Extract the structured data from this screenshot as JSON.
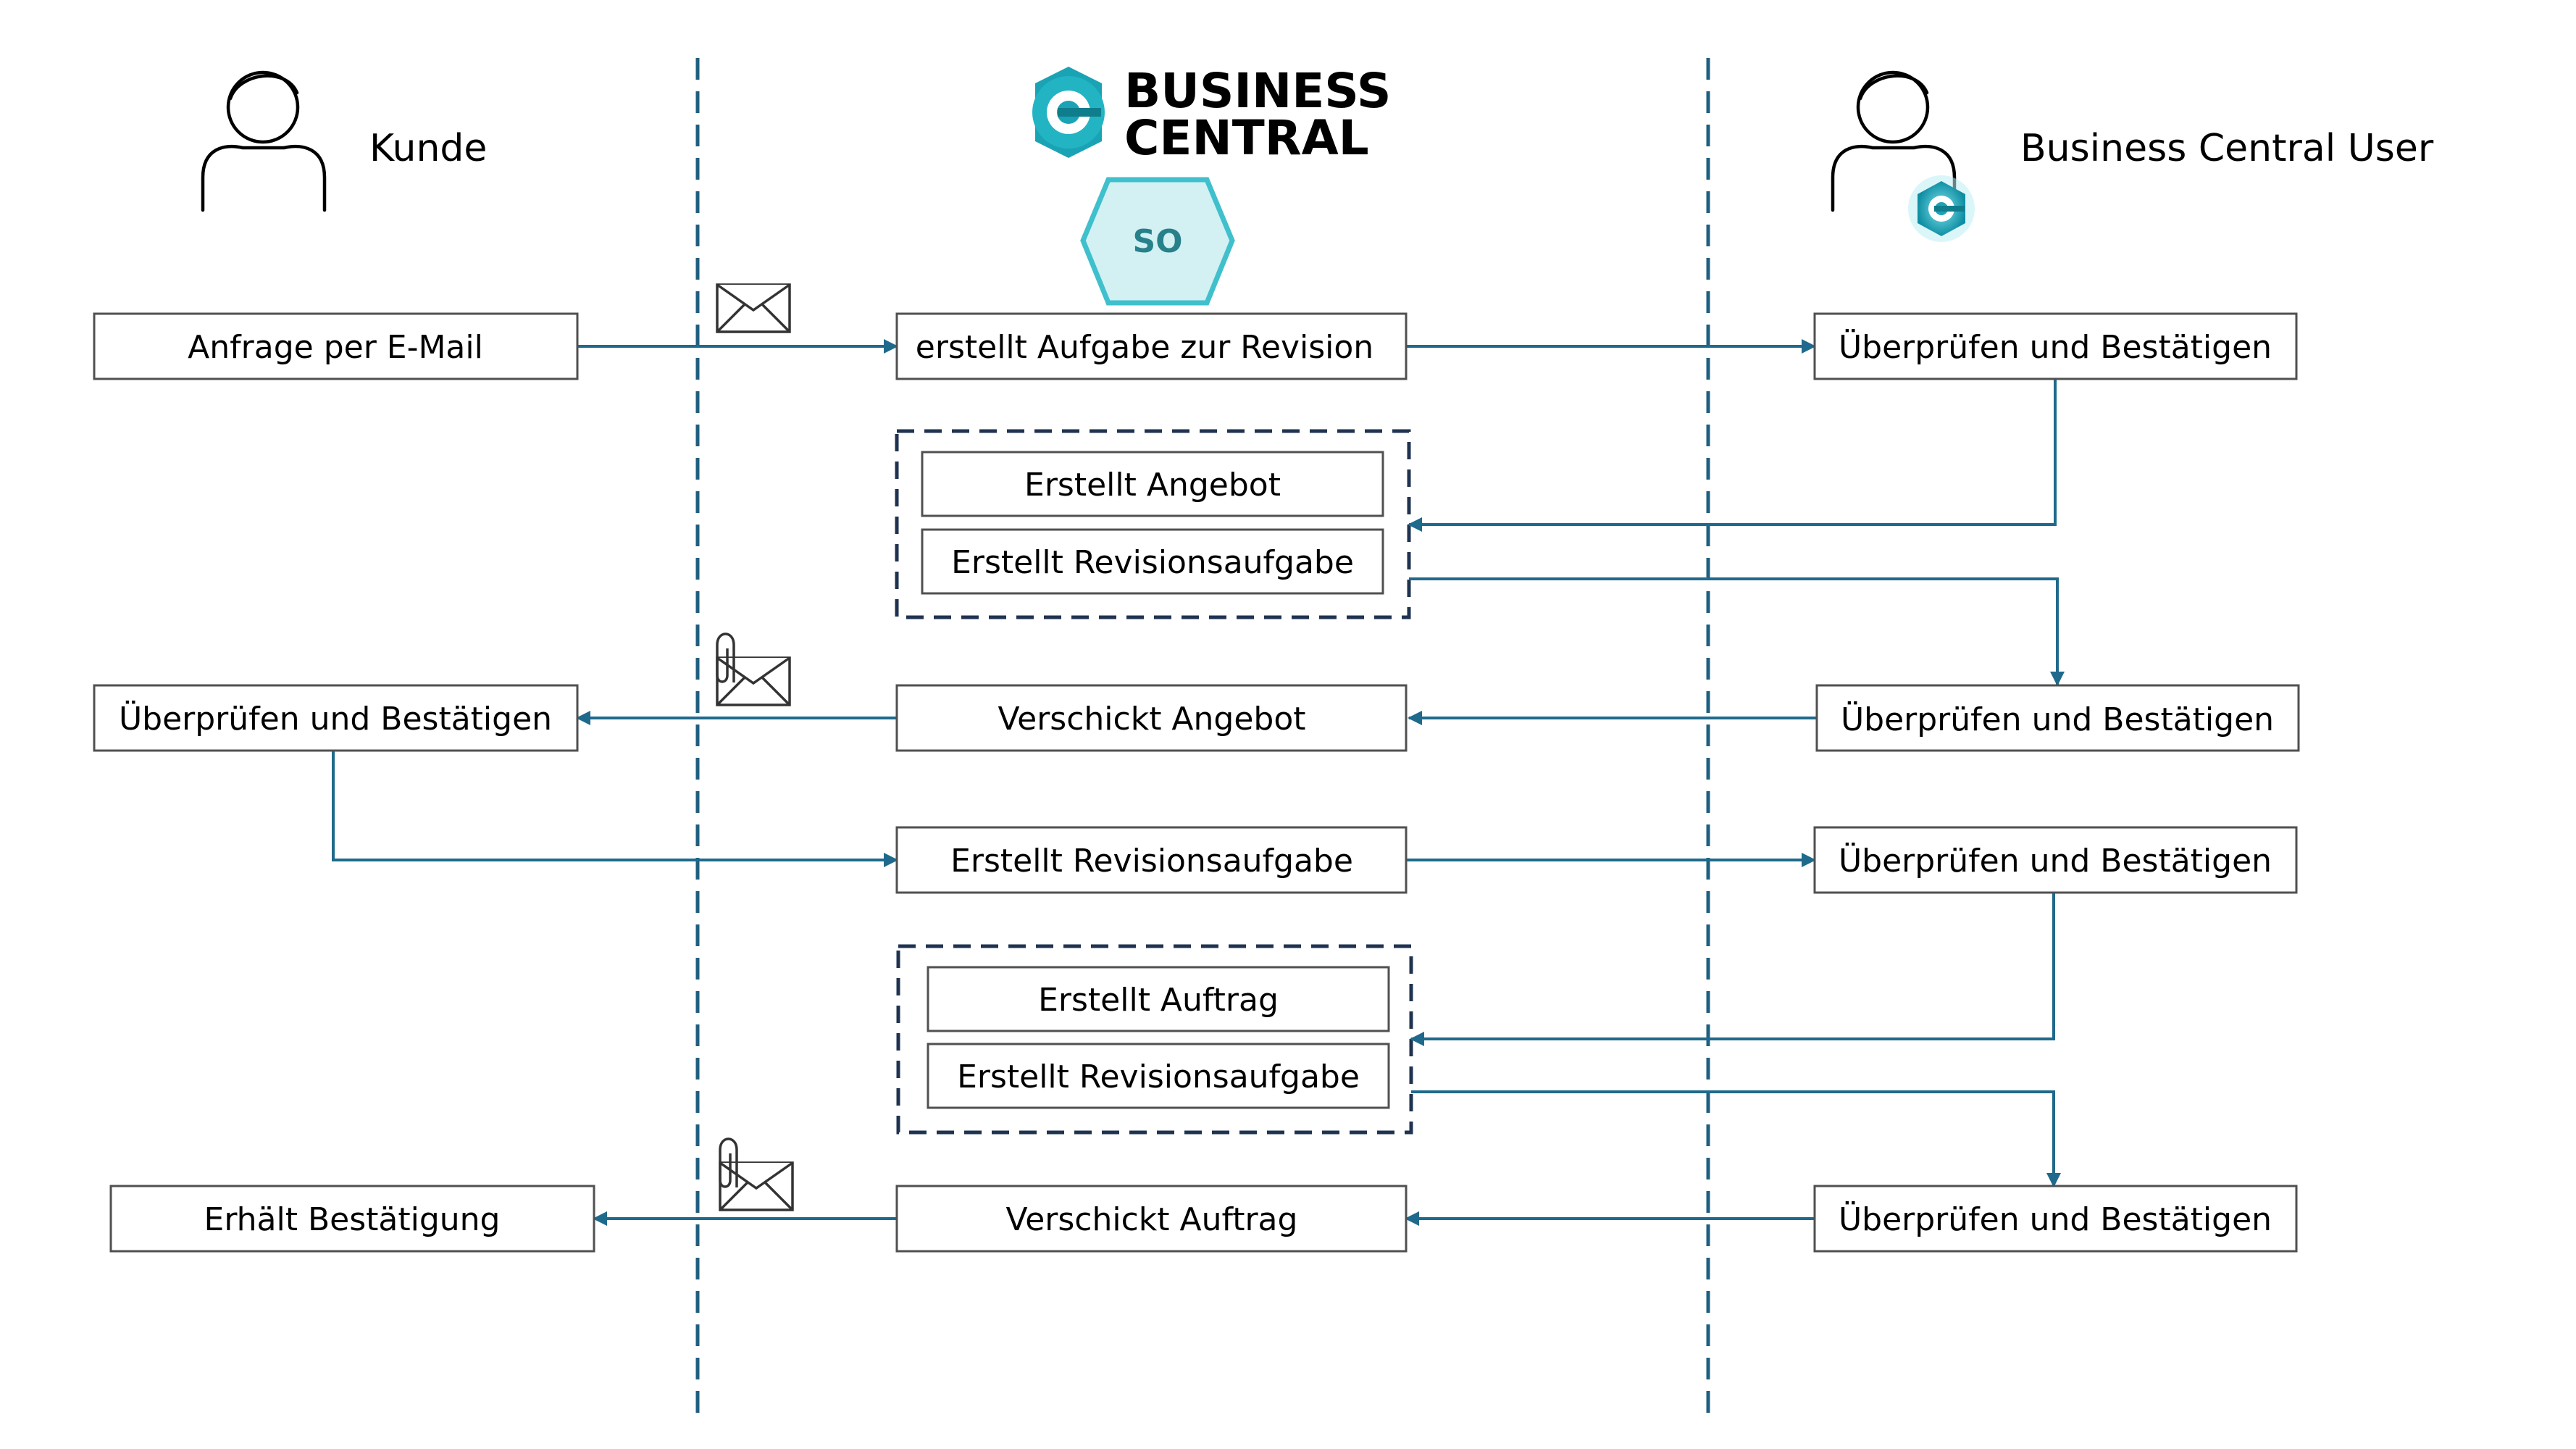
{
  "lanes": {
    "customer": "Kunde",
    "system_logo_line1": "BUSINESS",
    "system_logo_line2": "CENTRAL",
    "system_badge": "SO",
    "user": "Business Central User"
  },
  "boxes": {
    "kunde_anfrage": "Anfrage per E-Mail",
    "bc_erstellt_aufgabe": "erstellt Aufgabe zur Revision",
    "user_pruefen_1": "Überprüfen und Bestätigen",
    "bc_erstellt_angebot": "Erstellt Angebot",
    "bc_revisionsaufgabe_1": "Erstellt Revisionsaufgabe",
    "kunde_pruefen": "Überprüfen und Bestätigen",
    "bc_verschickt_angebot": "Verschickt Angebot",
    "user_pruefen_2": "Überprüfen und Bestätigen",
    "bc_revisionsaufgabe_2": "Erstellt Revisionsaufgabe",
    "user_pruefen_3": "Überprüfen und Bestätigen",
    "bc_erstellt_auftrag": "Erstellt Auftrag",
    "bc_revisionsaufgabe_3": "Erstellt Revisionsaufgabe",
    "kunde_erhaelt": "Erhält Bestätigung",
    "bc_verschickt_auftrag": "Verschickt Auftrag",
    "user_pruefen_4": "Überprüfen und Bestätigen"
  },
  "colors": {
    "connector": "#1f6a8c",
    "lane_line": "#1f5f7f",
    "group_border": "#1f3350",
    "logo_teal": "#1aa3b5",
    "badge_fill": "#d3f0f3",
    "badge_stroke": "#3fc0cc"
  },
  "icons": [
    "person-icon",
    "envelope-icon",
    "paperclip-icon",
    "business-central-logo-icon"
  ]
}
